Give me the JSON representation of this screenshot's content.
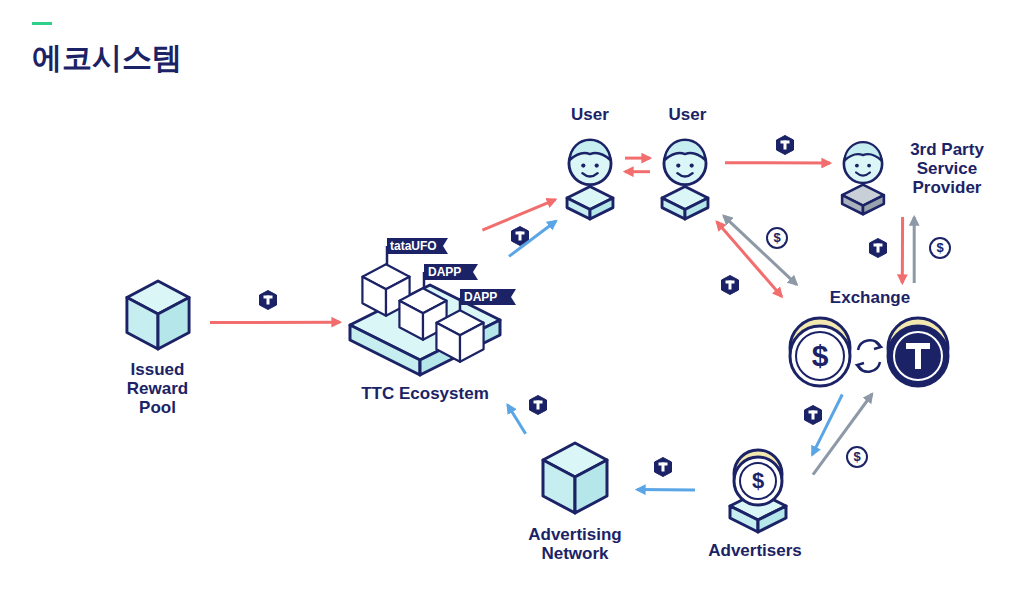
{
  "diagram": {
    "title": "에코시스템",
    "nodes": [
      {
        "text": [
          "Issued Reward Pool"
        ]
      },
      {
        "text": [
          "TTC Ecosystem"
        ]
      },
      {
        "text": [
          "User"
        ]
      },
      {
        "text": [
          "User"
        ]
      },
      {
        "text": [
          "3rd Party Service Provider"
        ]
      },
      {
        "text": [
          "Exchange"
        ]
      },
      {
        "text": [
          "Advertisers"
        ]
      },
      {
        "text": [
          "Advertising Network"
        ]
      }
    ],
    "edges": [
      {
        "from": 0,
        "to": 1,
        "arrow": "to"
      },
      {
        "from": 1,
        "to": 2,
        "arrow": "to"
      },
      {
        "from": 1,
        "to": 2,
        "arrow": "to"
      },
      {
        "from": 2,
        "to": 3,
        "arrow": "to"
      },
      {
        "from": 3,
        "to": 2,
        "arrow": "to"
      },
      {
        "from": 3,
        "to": 4,
        "arrow": "to"
      },
      {
        "from": 3,
        "to": 5,
        "arrow": "both"
      },
      {
        "from": 3,
        "to": 5,
        "arrow": "both",
        "label": "$"
      },
      {
        "from": 4,
        "to": 5,
        "arrow": "to"
      },
      {
        "from": 5,
        "to": 4,
        "arrow": "to",
        "label": "$"
      },
      {
        "from": 5,
        "to": 6,
        "arrow": "to"
      },
      {
        "from": 6,
        "to": 5,
        "arrow": "to",
        "label": "$"
      },
      {
        "from": 6,
        "to": 7,
        "arrow": "to"
      },
      {
        "from": 7,
        "to": 1,
        "arrow": "to"
      }
    ],
    "labels": [
      "tataUFO",
      "DAPP",
      "DAPP",
      "$",
      "$"
    ]
  }
}
